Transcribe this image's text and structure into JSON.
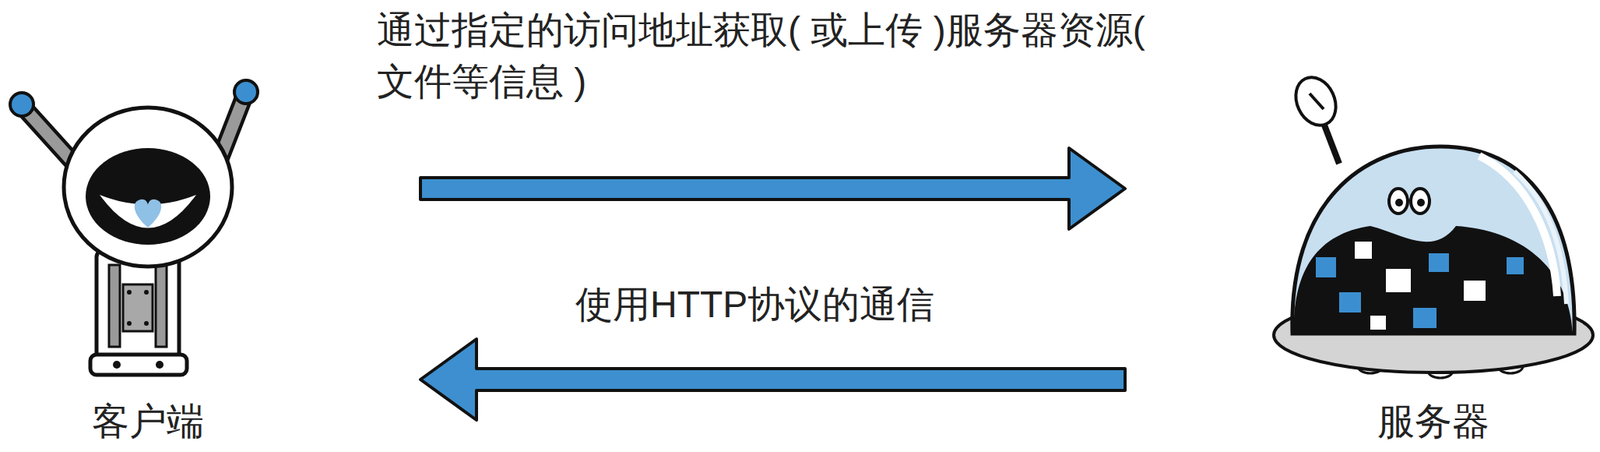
{
  "diagram": {
    "nodes": [
      {
        "text": [
          "客户端"
        ]
      },
      {
        "text": [
          "服务器"
        ]
      }
    ],
    "edges": [
      {
        "from": 0,
        "to": 1,
        "arrow": "to",
        "label": "通过指定的访问地址获取( 或上传 )服务器资源( 文件等信息 )"
      },
      {
        "from": 1,
        "to": 0,
        "arrow": "to",
        "label": "使用HTTP协议的通信"
      }
    ]
  }
}
